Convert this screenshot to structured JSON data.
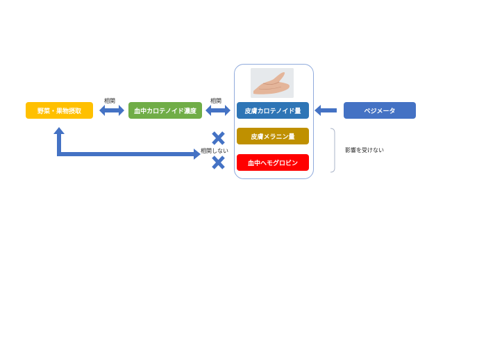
{
  "nodes": {
    "veg_intake": "野菜・果物摂取",
    "blood_carotenoid": "血中カロテノイド濃度",
    "skin_carotenoid": "皮膚カロテノイド量",
    "skin_melanin": "皮膚メラニン量",
    "blood_hemoglobin": "血中ヘモグロビン",
    "vegimeter": "ベジメータ"
  },
  "labels": {
    "corr1": "相関",
    "corr2": "相関",
    "no_corr": "相関しない",
    "not_affected": "影響を受けない"
  },
  "colors": {
    "yellow": "#ffc000",
    "green": "#70ad47",
    "blue": "#2e75b6",
    "gold": "#bf9000",
    "red": "#ff0000",
    "vegimeter_blue": "#4472c4",
    "arrow": "#4472c4"
  },
  "icons": {
    "hand_image": "hand-photo",
    "cross": "x-mark-icon"
  }
}
